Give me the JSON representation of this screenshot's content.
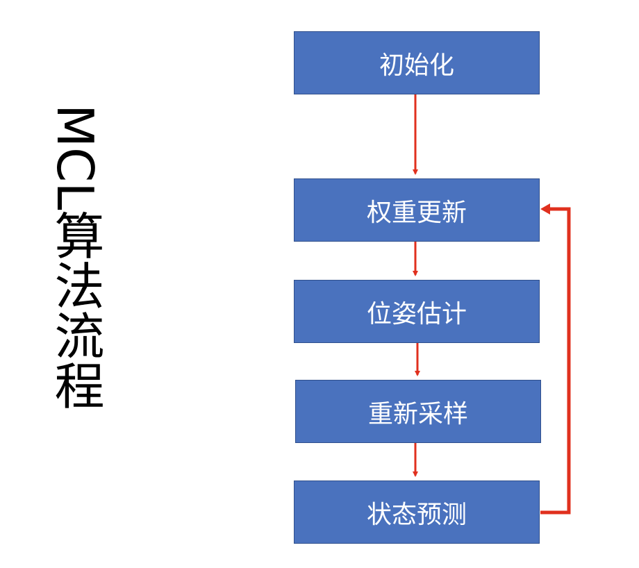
{
  "title": "MCL算法流程",
  "steps": [
    {
      "label": "初始化"
    },
    {
      "label": "权重更新"
    },
    {
      "label": "位姿估计"
    },
    {
      "label": "重新采样"
    },
    {
      "label": "状态预测"
    }
  ],
  "colors": {
    "box_fill": "#4a72be",
    "box_text": "#ffffff",
    "arrow": "#e0301e"
  }
}
